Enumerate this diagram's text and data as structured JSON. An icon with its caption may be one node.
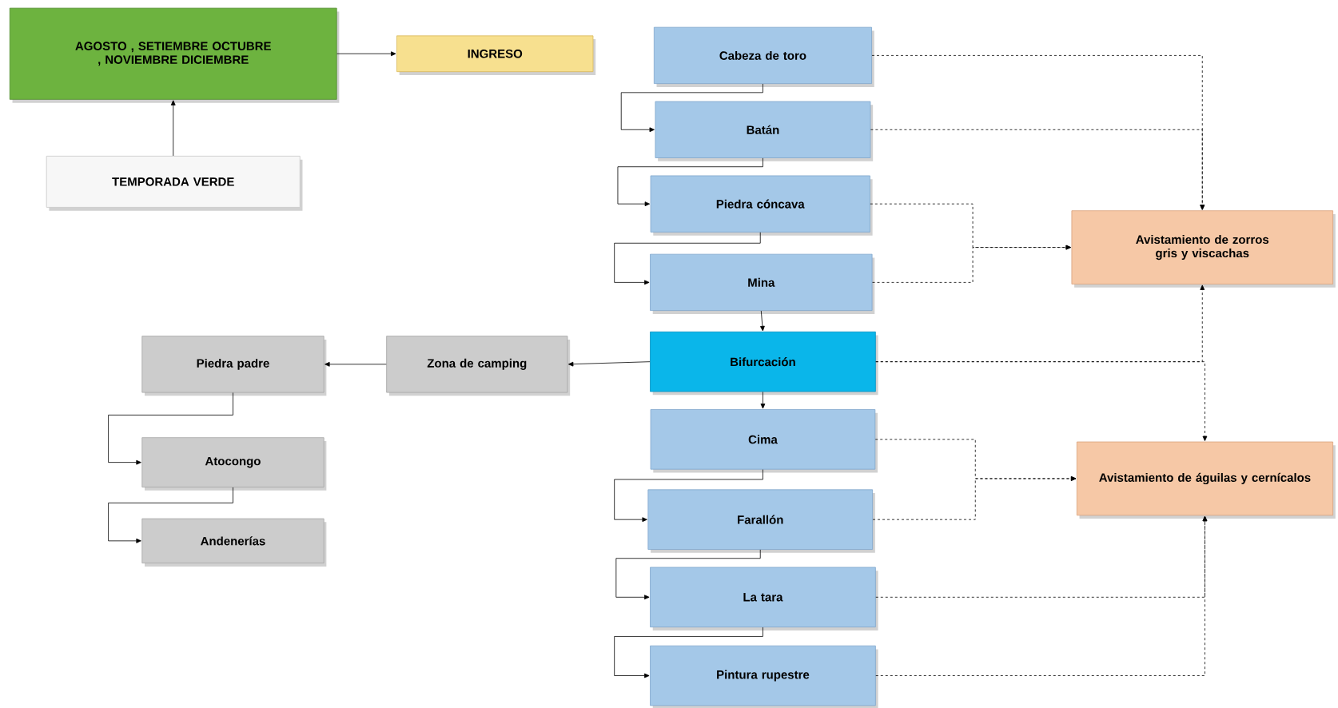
{
  "diagram": {
    "nodes": [
      {
        "text": [
          "AGOSTO , SETIEMBRE OCTUBRE , NOVIEMBRE DICIEMBRE"
        ]
      },
      {
        "text": [
          "INGRESO"
        ]
      },
      {
        "text": [
          "TEMPORADA VERDE"
        ]
      },
      {
        "text": [
          "Cabeza de toro"
        ]
      },
      {
        "text": [
          "Batán"
        ]
      },
      {
        "text": [
          "Piedra cóncava"
        ]
      },
      {
        "text": [
          "Mina"
        ]
      },
      {
        "text": [
          "Bifurcación"
        ]
      },
      {
        "text": [
          "Cima"
        ]
      },
      {
        "text": [
          "Farallón"
        ]
      },
      {
        "text": [
          "La tara"
        ]
      },
      {
        "text": [
          "Pintura rupestre"
        ]
      },
      {
        "text": [
          "Avistamiento de zorros gris y viscachas"
        ]
      },
      {
        "text": [
          "Avistamiento de águilas y cernícalos"
        ]
      },
      {
        "text": [
          "Zona de camping"
        ]
      },
      {
        "text": [
          "Piedra padre"
        ]
      },
      {
        "text": [
          "Atocongo"
        ]
      },
      {
        "text": [
          "Andenerías"
        ]
      }
    ],
    "edges": [
      {
        "from": 0,
        "to": 1,
        "arrow": "to"
      },
      {
        "from": 2,
        "to": 0,
        "arrow": "to"
      },
      {
        "from": 3,
        "to": 4,
        "arrow": "to"
      },
      {
        "from": 4,
        "to": 5,
        "arrow": "to"
      },
      {
        "from": 5,
        "to": 6,
        "arrow": "to"
      },
      {
        "from": 6,
        "to": 7,
        "arrow": "to"
      },
      {
        "from": 7,
        "to": 8,
        "arrow": "to"
      },
      {
        "from": 8,
        "to": 9,
        "arrow": "to"
      },
      {
        "from": 9,
        "to": 10,
        "arrow": "to"
      },
      {
        "from": 10,
        "to": 11,
        "arrow": "to"
      },
      {
        "from": 7,
        "to": 14,
        "arrow": "to"
      },
      {
        "from": 14,
        "to": 15,
        "arrow": "to"
      },
      {
        "from": 15,
        "to": 16,
        "arrow": "to"
      },
      {
        "from": 16,
        "to": 17,
        "arrow": "to"
      },
      {
        "from": 3,
        "to": 12,
        "arrow": "to",
        "style": "dashed"
      },
      {
        "from": 4,
        "to": 12,
        "arrow": "to",
        "style": "dashed"
      },
      {
        "from": 5,
        "to": 12,
        "arrow": "to",
        "style": "dashed"
      },
      {
        "from": 6,
        "to": 12,
        "arrow": "to",
        "style": "dashed"
      },
      {
        "from": 7,
        "to": 12,
        "arrow": "to",
        "style": "dashed"
      },
      {
        "from": 7,
        "to": 13,
        "arrow": "to",
        "style": "dashed"
      },
      {
        "from": 8,
        "to": 13,
        "arrow": "to",
        "style": "dashed"
      },
      {
        "from": 9,
        "to": 13,
        "arrow": "to",
        "style": "dashed"
      },
      {
        "from": 10,
        "to": 13,
        "arrow": "to",
        "style": "dashed"
      },
      {
        "from": 11,
        "to": 13,
        "arrow": "to",
        "style": "dashed"
      }
    ]
  }
}
